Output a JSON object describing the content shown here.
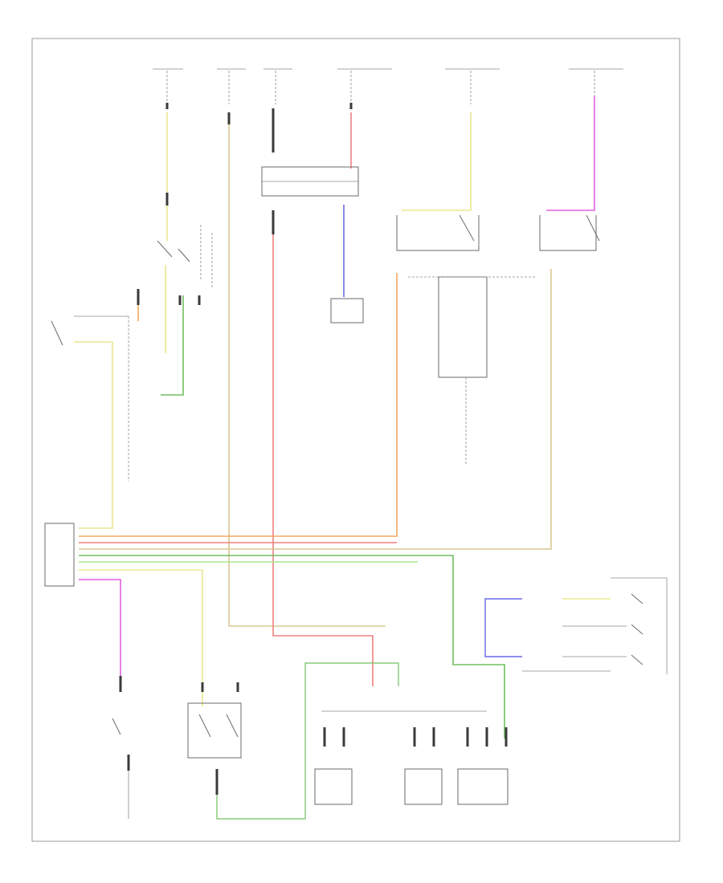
{
  "header": {
    "title_text": ""
  },
  "footer": {
    "id_text": ""
  },
  "palette": {
    "yellow": "#e8e890",
    "tan": "#d8c890",
    "red": "#f08080",
    "orange": "#f0a860",
    "green": "#70c060",
    "lightgreen": "#a8e890",
    "blue": "#6a6ae8",
    "magenta": "#e060e0",
    "frame": "#9a9a9a",
    "component": "#6a6a6a"
  },
  "components": [
    {
      "name": "fuse-1-label",
      "text": ""
    },
    {
      "name": "fuse-2-label",
      "text": ""
    },
    {
      "name": "fuse-3-label",
      "text": ""
    },
    {
      "name": "fuse-4-label",
      "text": ""
    },
    {
      "name": "fuse-5-label",
      "text": ""
    },
    {
      "name": "fuse-6-label",
      "text": ""
    },
    {
      "name": "ignition-switch-label",
      "text": ""
    },
    {
      "name": "ac-switch-label",
      "text": ""
    },
    {
      "name": "climate-control-unit-label",
      "text": ""
    },
    {
      "name": "blower-relay-label",
      "text": ""
    },
    {
      "name": "radiator-fan-relay-label",
      "text": ""
    },
    {
      "name": "condenser-fan-relay-label",
      "text": ""
    },
    {
      "name": "pcm-label",
      "text": ""
    },
    {
      "name": "ac-pressure-switch-label",
      "text": ""
    },
    {
      "name": "dual-pressure-switch-label",
      "text": ""
    },
    {
      "name": "compressor-label",
      "text": ""
    },
    {
      "name": "fan-motor-1-label",
      "text": ""
    },
    {
      "name": "fan-motor-2-label",
      "text": ""
    },
    {
      "name": "fan-motor-3-label",
      "text": ""
    },
    {
      "name": "blower-switch-label",
      "text": ""
    },
    {
      "name": "ground-label",
      "text": ""
    }
  ]
}
